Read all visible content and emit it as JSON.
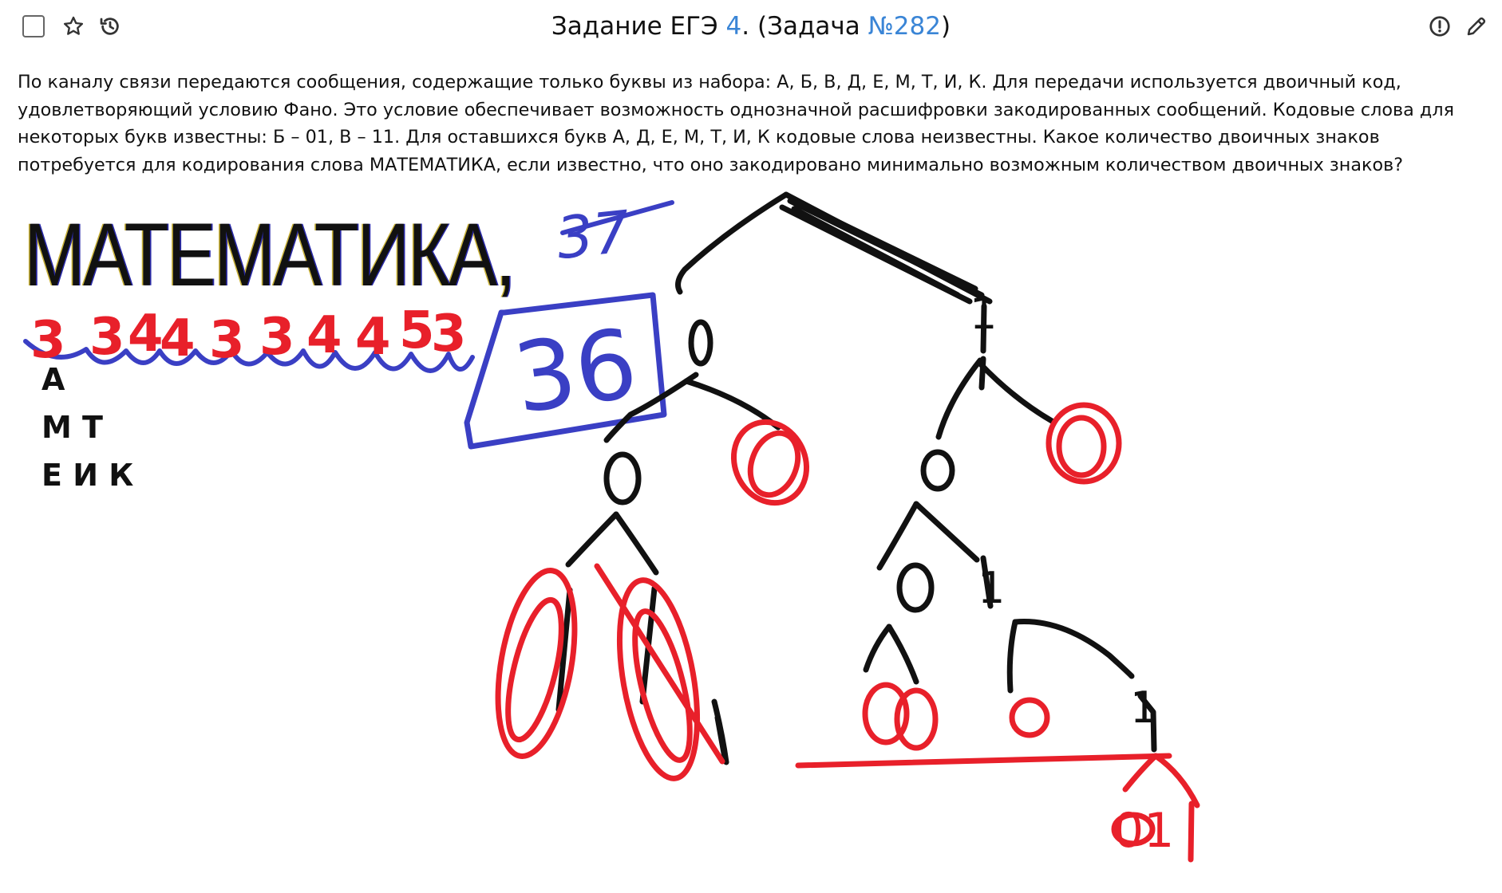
{
  "header": {
    "title_prefix": "Задание ЕГЭ ",
    "task_number": "4",
    "title_middle": ". (Задача ",
    "problem_link": "№282",
    "title_suffix": ")"
  },
  "question": {
    "text": "По каналу связи передаются сообщения, содержащие только буквы из набора: А, Б, В, Д, Е, М, Т, И, К. Для передачи используется двоичный код, удовлетворяющий условию Фано. Это условие обеспечивает возможность однозначной расшифровки закодированных сообщений. Кодовые слова для некоторых букв известны: Б – 01, В – 11. Для оставшихся букв А, Д, Е, М, Т, И, К кодовые слова неизвестны. Какое количество двоичных знаков потребуется для кодирования слова МАТЕМАТИКА, если известно, что оно закодировано минимально возможным количеством двоичных знаков?"
  },
  "solution": {
    "word": "МАТЕМАТИКА,",
    "letter_groups": [
      "А",
      "М Т",
      "Е И К"
    ],
    "length_digits": [
      "3",
      "3",
      "4",
      "4",
      "3",
      "3",
      "4",
      "4",
      "5",
      "3"
    ],
    "first_sum": "37",
    "answer": "36",
    "tree_labels": {
      "root_left": "0",
      "root_right": "1",
      "left_left": "0",
      "right_left": "0",
      "deep_left": "0",
      "deep_right": "1",
      "deepest_right": "1",
      "extension": "01"
    }
  },
  "colors": {
    "link": "#3a85d6",
    "ink_black": "#111111",
    "ink_red": "#e8202a",
    "ink_blue": "#3a3fc4"
  },
  "icons": [
    "checkbox",
    "star-icon",
    "history-icon",
    "info-icon",
    "edit-icon"
  ]
}
